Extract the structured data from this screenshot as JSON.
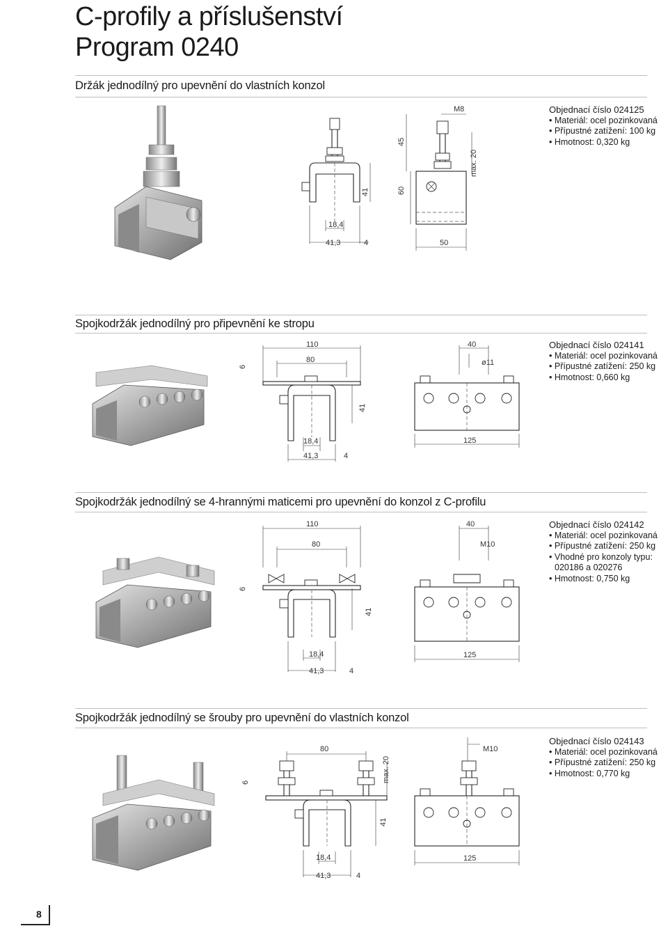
{
  "page": {
    "title_line1": "C-profily a příslušenství",
    "title_line2": "Program 0240",
    "page_number": "8"
  },
  "sections": [
    {
      "title": "Držák jednodílný pro upevnění do vlastních konzol",
      "order": "Objednací číslo 024125",
      "specs": [
        "Materiál: ocel pozinkovaná",
        "Přípustné zatížení: 100 kg",
        "Hmotnost: 0,320 kg"
      ],
      "dims": {
        "d1": "M8",
        "d2": "45",
        "d3": "60",
        "d4": "41",
        "d5": "max. 20",
        "d6": "18,4",
        "d7": "41,3",
        "d8": "4",
        "d9": "50"
      }
    },
    {
      "title": "Spojkodržák jednodílný pro připevnění ke stropu",
      "order": "Objednací číslo 024141",
      "specs": [
        "Materiál: ocel pozinkovaná",
        "Přípustné zatížení: 250 kg",
        "Hmotnost: 0,660 kg"
      ],
      "dims": {
        "d1": "110",
        "d2": "80",
        "d3": "6",
        "d4": "40",
        "d5": "ø11",
        "d6": "41",
        "d7": "18,4",
        "d8": "41,3",
        "d9": "4",
        "d10": "125"
      }
    },
    {
      "title": "Spojkodržák jednodílný se 4-hrannými maticemi pro upevnění do konzol z C-profilu",
      "order": "Objednací číslo 024142",
      "specs": [
        "Materiál: ocel pozinkovaná",
        "Přípustné zatížení: 250 kg",
        "Vhodné pro konzoly typu:"
      ],
      "spec_cont": "020186 a 020276",
      "specs2": [
        "Hmotnost: 0,750 kg"
      ],
      "dims": {
        "d1": "110",
        "d2": "80",
        "d3": "6",
        "d4": "40",
        "d5": "M10",
        "d6": "41",
        "d7": "18,4",
        "d8": "41,3",
        "d9": "4",
        "d10": "125"
      }
    },
    {
      "title": "Spojkodržák jednodílný se šrouby pro upevnění do vlastních konzol",
      "order": "Objednací číslo 024143",
      "specs": [
        "Materiál: ocel pozinkovaná",
        "Přípustné zatížení: 250 kg",
        "Hmotnost: 0,770 kg"
      ],
      "dims": {
        "d1": "80",
        "d2": "max. 20",
        "d3": "6",
        "d4": "M10",
        "d5": "41",
        "d6": "18,4",
        "d7": "41,3",
        "d8": "4",
        "d9": "125"
      }
    }
  ]
}
